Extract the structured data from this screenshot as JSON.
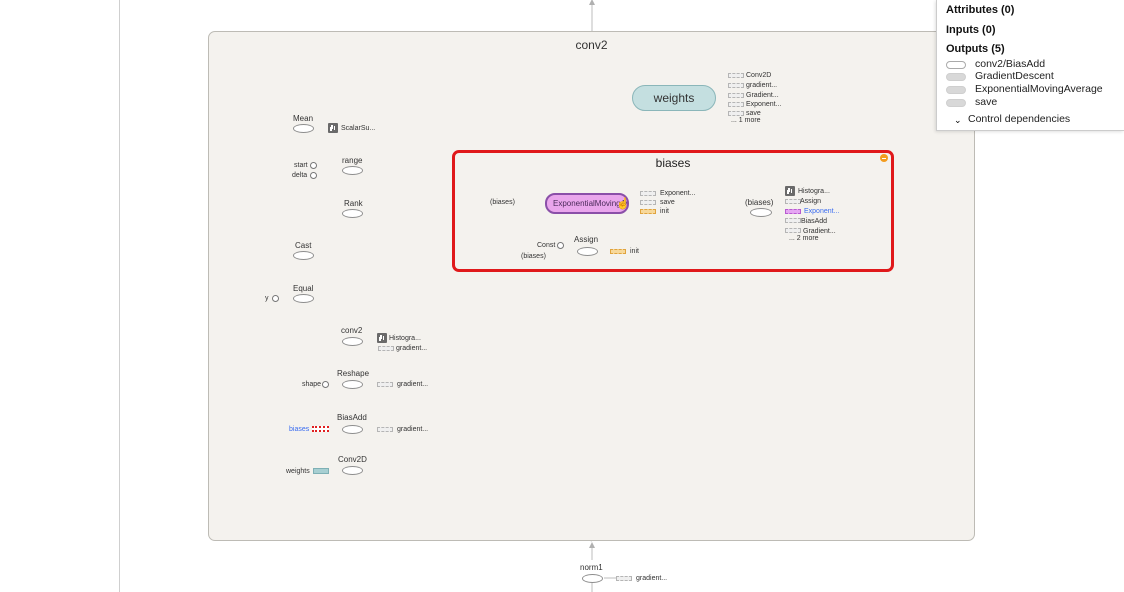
{
  "graph": {
    "scope_title": "conv2",
    "subscope_title": "biases",
    "main_nodes": {
      "mean": "Mean",
      "scalar_summary": "ScalarSu...",
      "range": "range",
      "start": "start",
      "delta": "delta",
      "rank": "Rank",
      "cast": "Cast",
      "equal": "Equal",
      "y": "y",
      "conv2": "conv2",
      "histogram": "Histogra...",
      "gradient": "gradient...",
      "reshape": "Reshape",
      "shape": "shape",
      "reshape_gradient": "gradient...",
      "biasadd": "BiasAdd",
      "biases": "biases",
      "biasadd_gradient": "gradient...",
      "conv2d": "Conv2D",
      "weights": "weights"
    },
    "weights_group": {
      "title": "weights",
      "outputs": [
        "Conv2D",
        "gradient...",
        "Gradient...",
        "Exponent...",
        "save",
        "... 1 more"
      ]
    },
    "biases_group": {
      "left_input": "(biases)",
      "ema": "ExponentialMovingAverage",
      "ema_outputs": [
        "Exponent...",
        "save",
        "init"
      ],
      "assign": "Assign",
      "const": "Const",
      "assign_input": "(biases)",
      "assign_output": "init",
      "right_var": "(biases)",
      "right_outputs": [
        "Histogra...",
        "Assign",
        "Exponent...",
        "BiasAdd",
        "Gradient...",
        "... 2 more"
      ]
    },
    "bottom": {
      "norm1": "norm1",
      "gradient": "gradient..."
    }
  },
  "info_panel": {
    "attributes": "Attributes (0)",
    "inputs": "Inputs (0)",
    "outputs": "Outputs (5)",
    "output_items": [
      "conv2/BiasAdd",
      "GradientDescent",
      "ExponentialMovingAverage",
      "save"
    ],
    "control_deps": "Control dependencies"
  },
  "colors": {
    "highlight_border": "#e0191b",
    "weights_fill": "#c4dfe0",
    "ema_fill": "#e9a6ec",
    "link_blue": "#3a6cf0"
  }
}
